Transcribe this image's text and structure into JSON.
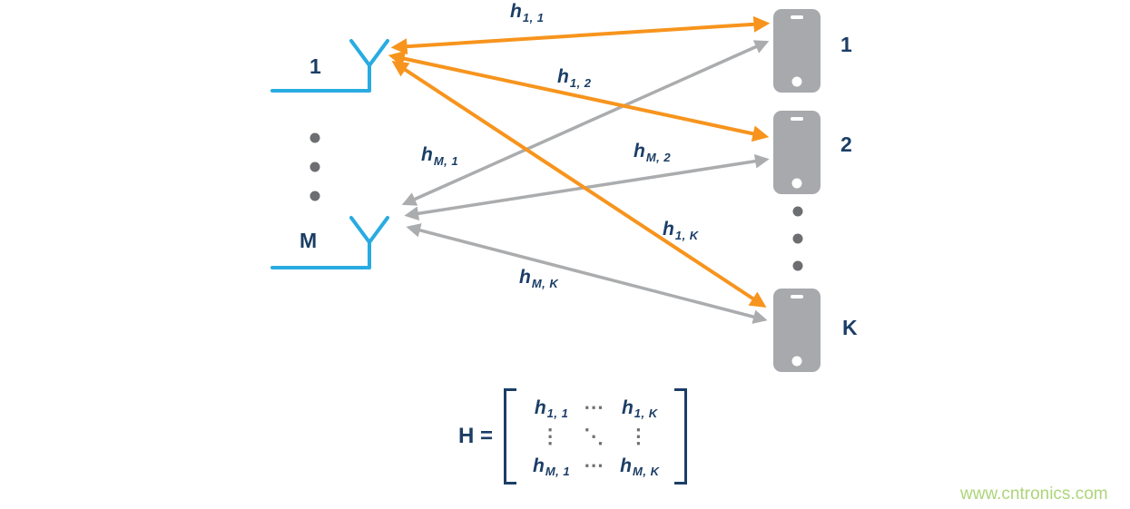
{
  "colors": {
    "navy": "#1b3e66",
    "orange": "#f7941d",
    "gray": "#aaacae",
    "cyan": "#29abe2",
    "phone_gray": "#a7a9ac",
    "dot_gray": "#6d6e71",
    "watermark_green": "#9fce63"
  },
  "antennas": [
    {
      "label": "1"
    },
    {
      "label": "M"
    }
  ],
  "phones": [
    {
      "label": "1"
    },
    {
      "label": "2"
    },
    {
      "label": "K"
    }
  ],
  "links": [
    {
      "label": {
        "base": "h",
        "sub": "1, 1"
      },
      "color": "orange"
    },
    {
      "label": {
        "base": "h",
        "sub": "1, 2"
      },
      "color": "orange"
    },
    {
      "label": {
        "base": "h",
        "sub": "1, K"
      },
      "color": "orange"
    },
    {
      "label": {
        "base": "h",
        "sub": "M, 1"
      },
      "color": "gray"
    },
    {
      "label": {
        "base": "h",
        "sub": "M, 2"
      },
      "color": "gray"
    },
    {
      "label": {
        "base": "h",
        "sub": "M, K"
      },
      "color": "gray"
    }
  ],
  "matrix": {
    "lhs": "H =",
    "rows": [
      [
        {
          "base": "h",
          "sub": "1, 1"
        },
        "⋯",
        {
          "base": "h",
          "sub": "1, K"
        }
      ],
      [
        "⋮",
        "⋱",
        "⋮"
      ],
      [
        {
          "base": "h",
          "sub": "M, 1"
        },
        "⋯",
        {
          "base": "h",
          "sub": "M, K"
        }
      ]
    ]
  },
  "watermark": "www.cntronics.com"
}
